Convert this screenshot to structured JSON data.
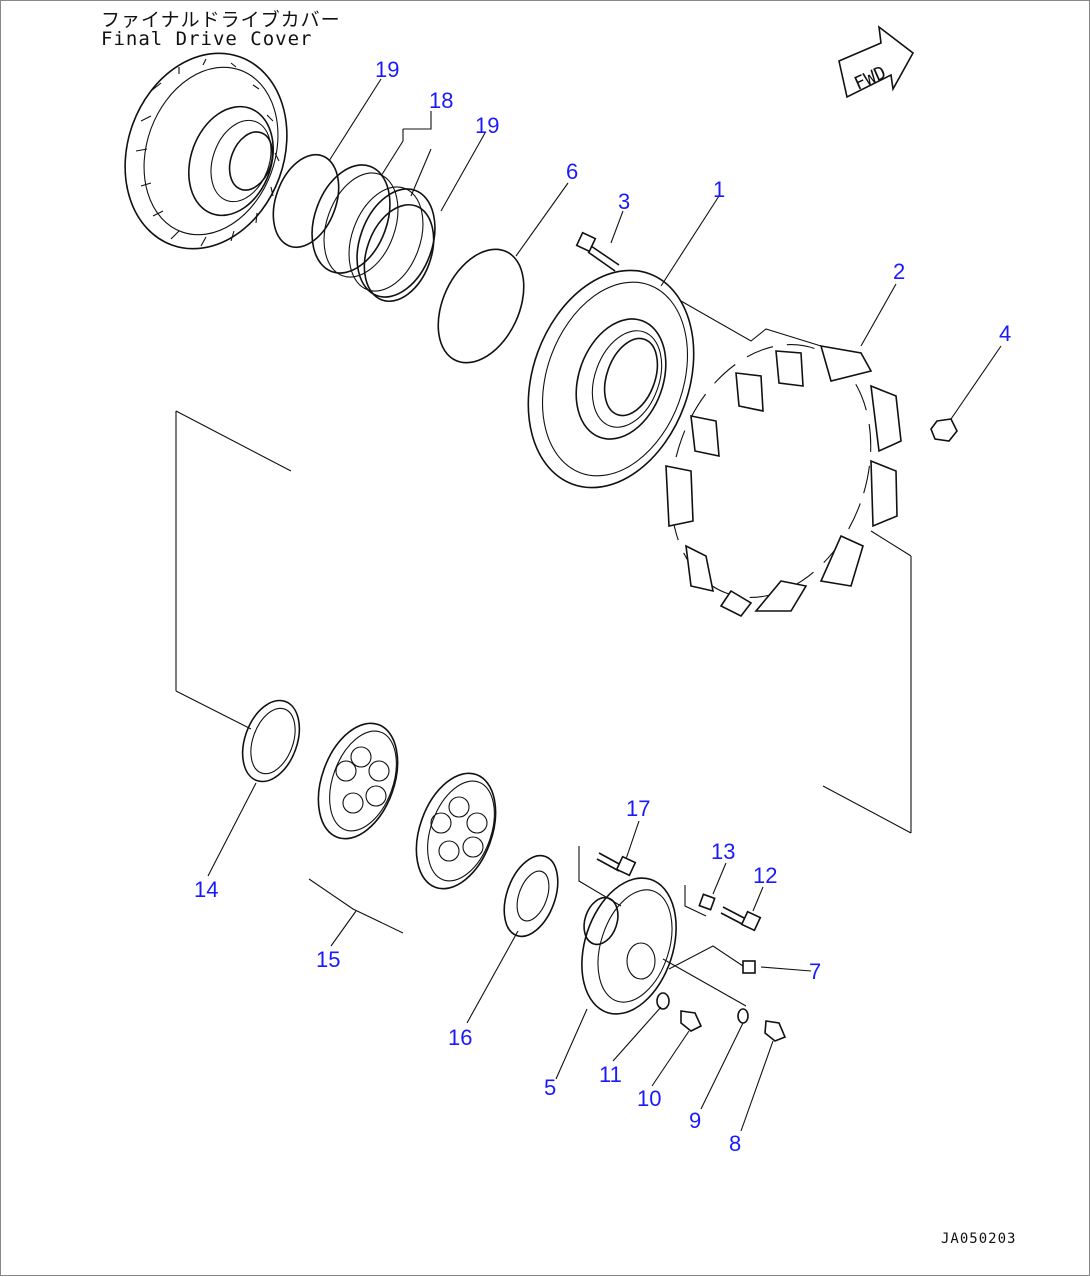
{
  "title": {
    "japanese": "ファイナルドライブカバー",
    "english": "Final Drive Cover"
  },
  "direction_marker": "FWD",
  "drawing_code": "JA050203",
  "callouts": [
    "1",
    "2",
    "3",
    "4",
    "5",
    "6",
    "7",
    "8",
    "9",
    "10",
    "11",
    "12",
    "13",
    "14",
    "15",
    "16",
    "17",
    "18",
    "19",
    "19"
  ],
  "colors": {
    "callout": "#1a1aff",
    "line": "#111111",
    "background": "#ffffff"
  }
}
